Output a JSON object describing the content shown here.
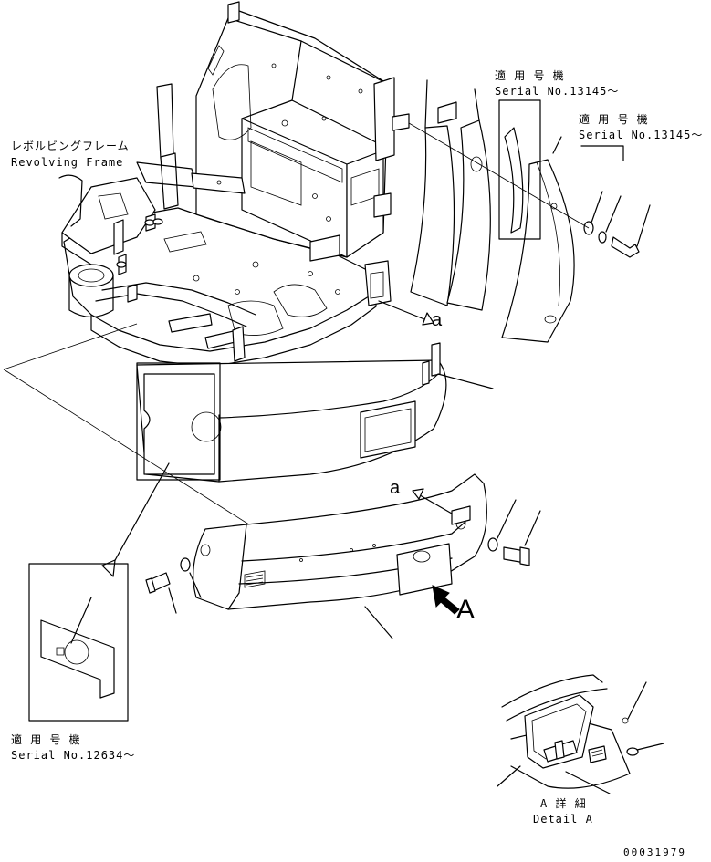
{
  "labels": {
    "revolving_frame_jp": "レボルビングフレーム",
    "revolving_frame_en": "Revolving Frame",
    "serial_top_jp": "適 用 号 機",
    "serial_top_en": "Serial No.13145～",
    "serial_right_jp": "適 用 号 機",
    "serial_right_en": "Serial No.13145～",
    "serial_bottom_jp": "適 用 号 機",
    "serial_bottom_en": "Serial No.12634～",
    "view_a_top": "a",
    "view_a_mid": "a",
    "view_big_a": "A",
    "detail_jp": "A 詳 細",
    "detail_en": "Detail A",
    "drawing_number": "00031979"
  }
}
